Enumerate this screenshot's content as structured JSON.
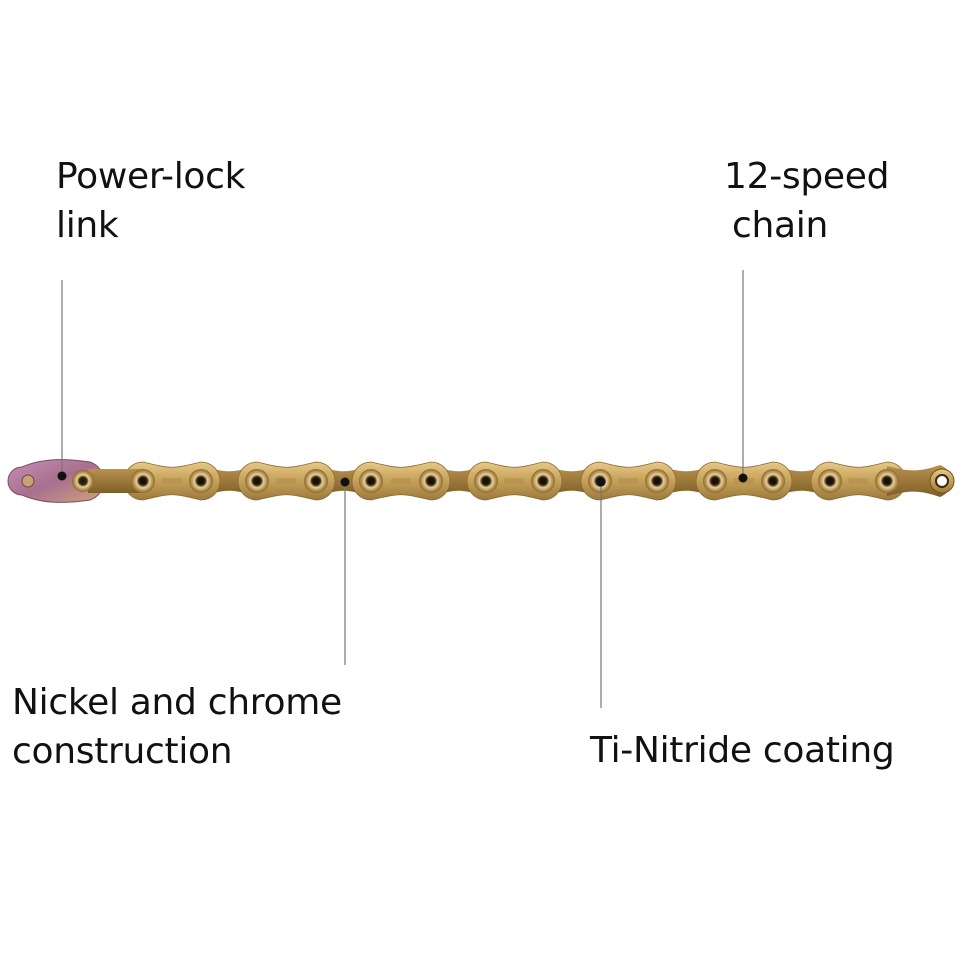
{
  "callouts": {
    "power_lock": {
      "line1": "Power-lock",
      "line2": "link"
    },
    "speed": {
      "line1": "12-speed",
      "line2": "chain"
    },
    "nickel": {
      "line1": "Nickel and chrome",
      "line2": "construction"
    },
    "coating": {
      "line1": "Ti-Nitride coating"
    }
  },
  "chain": {
    "link_color": "#c8a55f",
    "link_dark": "#8a6a30",
    "power_lock_color": "#b77aa0",
    "pin_color": "#d9c08a",
    "leader_color": "#777777",
    "dot_color": "#111111"
  }
}
